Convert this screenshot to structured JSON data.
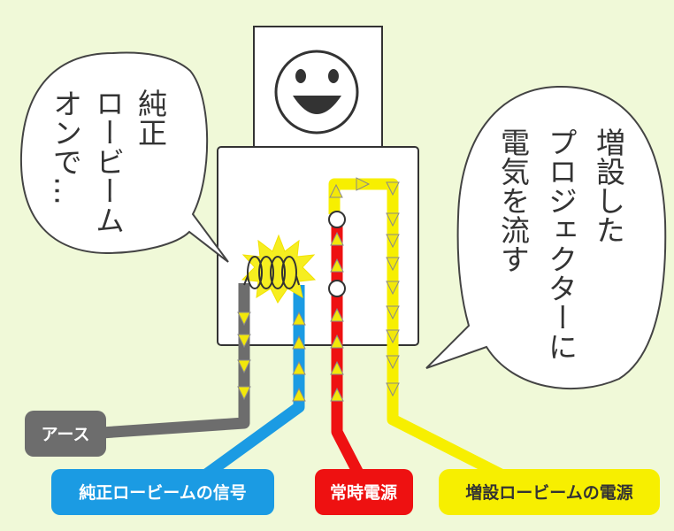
{
  "bubbles": {
    "left_columns": [
      "純正",
      "ロービーム",
      "オンで…"
    ],
    "right_columns": [
      "増設した",
      "プロジェクターに",
      "電気を流す"
    ]
  },
  "labels": {
    "earth": "アース",
    "stock_low_beam_signal": "純正ロービームの信号",
    "constant_power": "常時電源",
    "added_low_beam_power": "増設ロービームの電源"
  },
  "colors": {
    "background": "#f0f9d8",
    "earth": "#6d6d6d",
    "signal": "#1b9be3",
    "power": "#ee1111",
    "added_power": "#f7ef00",
    "arrow": "#f2e80a"
  }
}
